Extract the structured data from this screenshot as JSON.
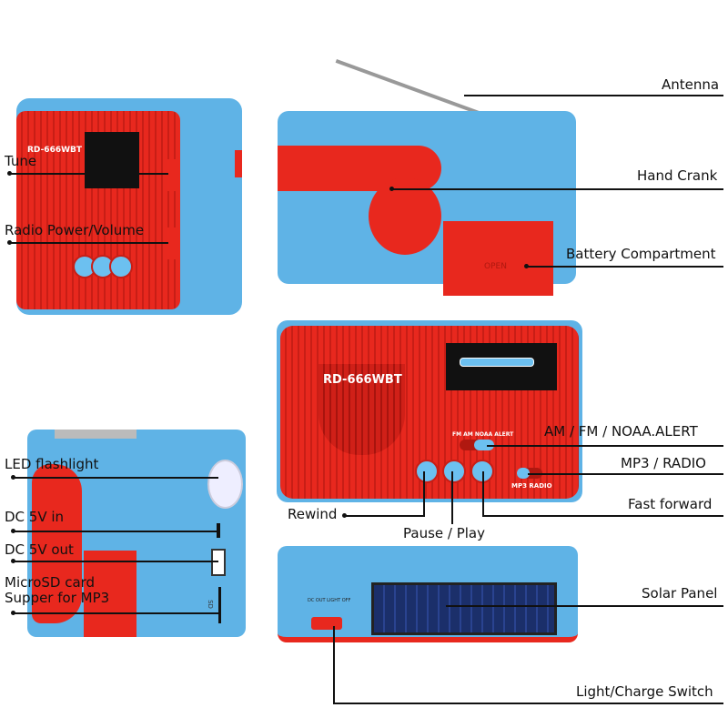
{
  "labels": {
    "antenna": "Antenna",
    "hand_crank": "Hand Crank",
    "battery": "Battery Compartment",
    "tune": "Tune",
    "power_volume": "Radio Power/Volume",
    "band_switch": "AM / FM / NOAA.ALERT",
    "mp3_radio": "MP3 / RADIO",
    "fast_forward": "Fast forward",
    "rewind": "Rewind",
    "pause_play": "Pause / Play",
    "led": "LED flashlight",
    "dc_in": "DC 5V in",
    "dc_out": "DC 5V out",
    "microsd_1": "MicroSD card",
    "microsd_2": "Supper for MP3",
    "solar": "Solar Panel",
    "light_switch": "Light/Charge Switch"
  },
  "device_text": {
    "model": "RD-666WBT",
    "mode_switch": "MP3 RADIO",
    "band_switch": "FM AM NOAA ALERT",
    "battery_open": "OPEN",
    "light_switch": "DC OUT  LIGHT  OFF",
    "sd": "SD"
  },
  "colors": {
    "body": "#5fb3e6",
    "accent": "#e8281e"
  }
}
